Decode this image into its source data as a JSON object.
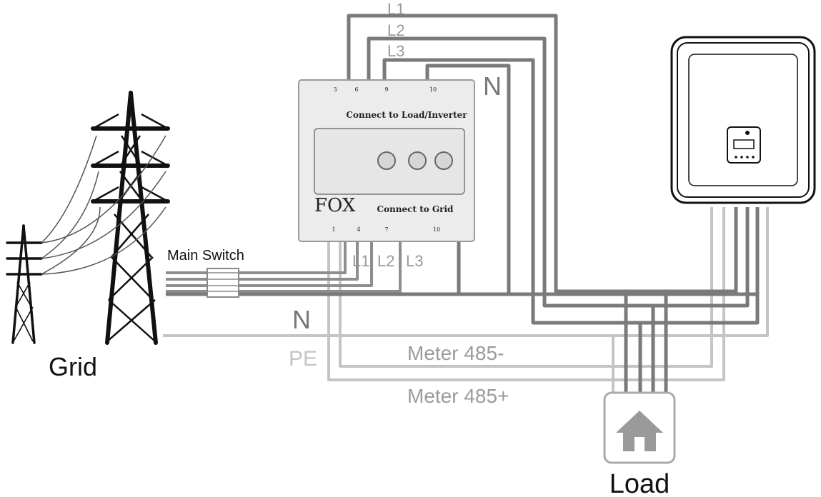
{
  "labels": {
    "grid": "Grid",
    "load": "Load",
    "main_switch": "Main Switch",
    "pe": "PE",
    "neutral_top": "N",
    "neutral_bottom": "N",
    "top_l1": "L1",
    "top_l2": "L2",
    "top_l3": "L3",
    "mid_l1": "L1",
    "mid_l2": "L2",
    "mid_l3": "L3",
    "meter_485_minus": "Meter 485-",
    "meter_485_plus": "Meter 485+"
  },
  "meter": {
    "brand": "FOX",
    "top_caption": "Connect to Load/Inverter",
    "bottom_caption": "Connect to Grid",
    "top_terminals": [
      "3",
      "6",
      "9",
      "10"
    ],
    "bottom_terminals": [
      "1",
      "4",
      "7",
      "10"
    ]
  },
  "colors": {
    "phase_dark": "#7a7a7a",
    "phase_mid": "#8e8e8e",
    "pe_light": "#c4c4c4",
    "label_gray": "#9a9a9a",
    "meter_body": "#ececec",
    "black": "#111111"
  },
  "icons": {
    "grid_towers": "power-tower-icon",
    "load_home": "home-icon",
    "inverter": "inverter-icon",
    "switch": "main-switch-icon"
  }
}
